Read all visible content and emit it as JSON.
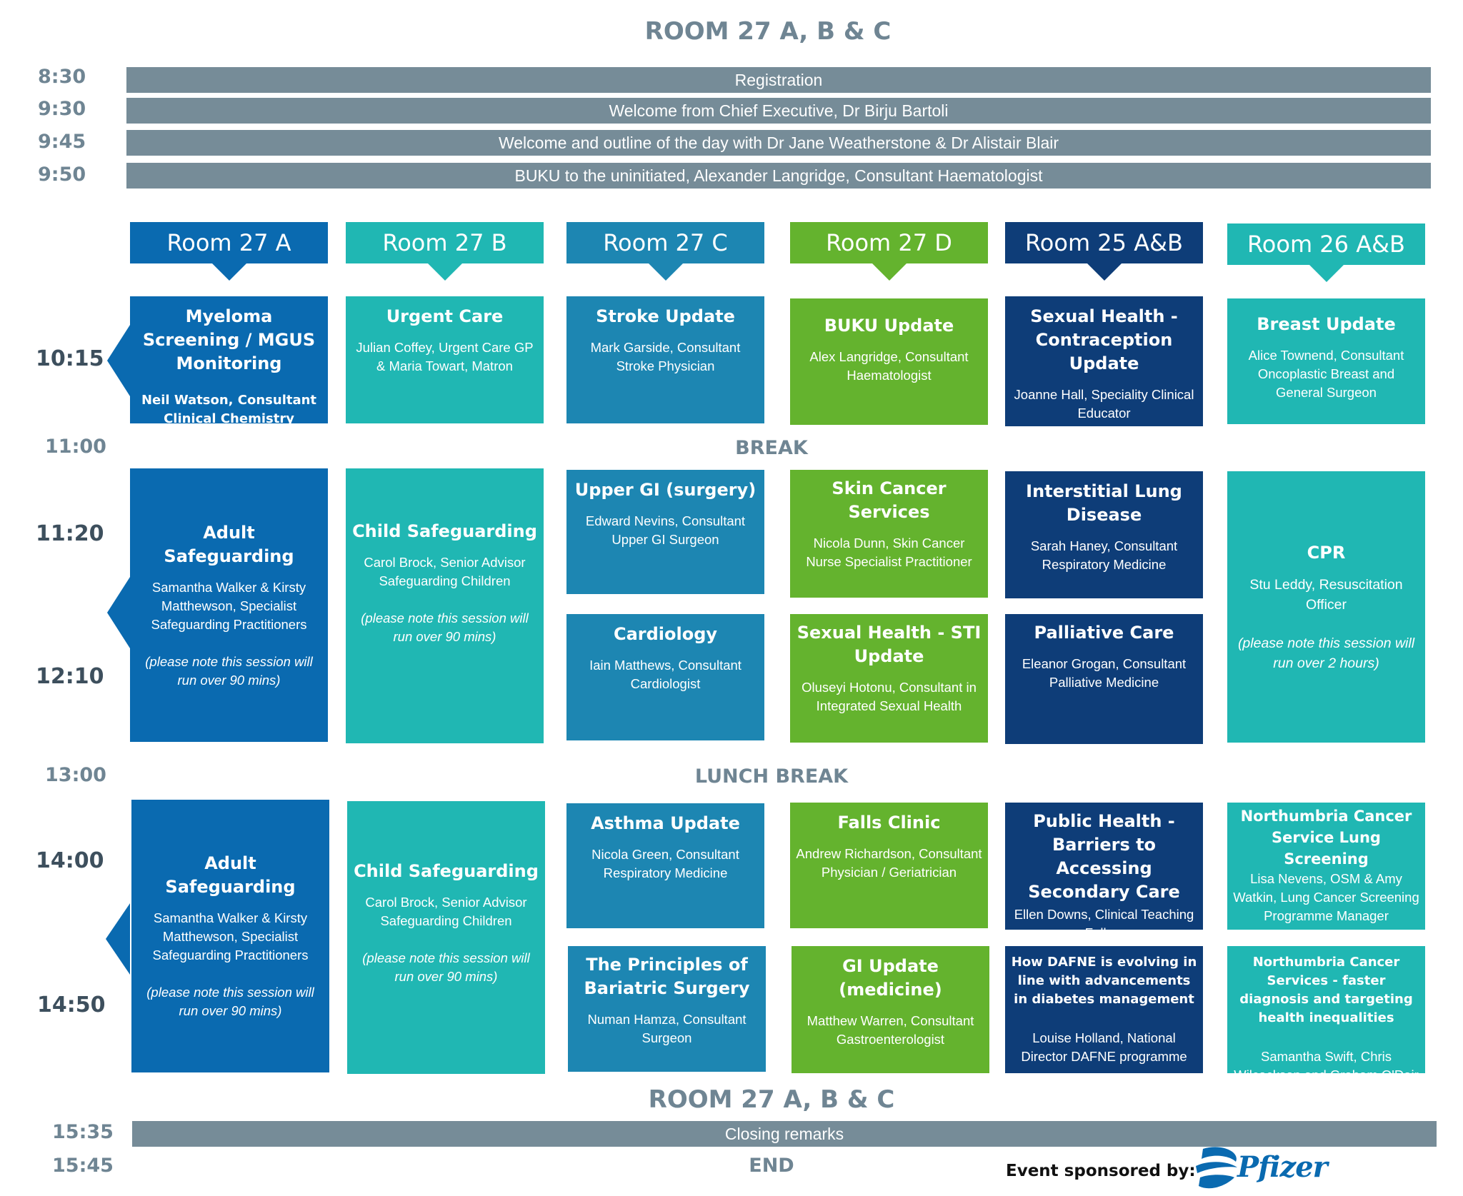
{
  "header_top": "ROOM 27 A, B & C",
  "plenary": [
    {
      "time": "8:30",
      "label": "Registration"
    },
    {
      "time": "9:30",
      "label": "Welcome from Chief Executive, Dr Birju Bartoli"
    },
    {
      "time": "9:45",
      "label": "Welcome and outline of the day with Dr Jane Weatherstone & Dr Alistair Blair"
    },
    {
      "time": "9:50",
      "label": "BUKU to the uninitiated, Alexander Langridge, Consultant Haematologist"
    }
  ],
  "rooms": [
    "Room 27 A",
    "Room 27 B",
    "Room 27 C",
    "Room 27 D",
    "Room 25 A&B",
    "Room 26 A&B"
  ],
  "colors": {
    "room_a": "#0a6ab0",
    "room_b": "#20b7b3",
    "room_c": "#1d86b2",
    "room_d": "#64b32e",
    "room_25": "#0e3d78",
    "room_26": "#20b7b3",
    "bar": "#768c98"
  },
  "times": {
    "t1015": "10:15",
    "t1100": "11:00",
    "t1120": "11:20",
    "t1210": "12:10",
    "t1300": "13:00",
    "t1400": "14:00",
    "t1450": "14:50",
    "t1535": "15:35",
    "t1545": "15:45"
  },
  "breaks": {
    "break": "BREAK",
    "lunch": "LUNCH BREAK",
    "end": "END"
  },
  "s1": {
    "a": {
      "title": "Myeloma Screening / MGUS Monitoring",
      "speaker": "Neil Watson, Consultant Clinical Chemistry"
    },
    "b": {
      "title": "Urgent Care",
      "speaker": "Julian Coffey, Urgent Care GP & Maria Towart, Matron"
    },
    "c": {
      "title": "Stroke Update",
      "speaker": "Mark Garside, Consultant Stroke Physician"
    },
    "d": {
      "title": "BUKU Update",
      "speaker": "Alex Langridge, Consultant Haematologist"
    },
    "e": {
      "title": "Sexual Health - Contraception Update",
      "speaker": "Joanne Hall, Speciality Clinical Educator"
    },
    "f": {
      "title": "Breast Update",
      "speaker": "Alice Townend, Consultant Oncoplastic Breast and General Surgeon"
    }
  },
  "s2": {
    "a": {
      "title": "Adult Safeguarding",
      "speaker": "Samantha Walker & Kirsty Matthewson, Specialist Safeguarding Practitioners",
      "note": "(please note this session will run over 90 mins)"
    },
    "b": {
      "title": "Child Safeguarding",
      "speaker": "Carol Brock, Senior Advisor Safeguarding Children",
      "note": "(please note this session will run over 90 mins)"
    },
    "c1": {
      "title": "Upper GI (surgery)",
      "speaker": "Edward Nevins, Consultant Upper GI Surgeon"
    },
    "c2": {
      "title": "Cardiology",
      "speaker": "Iain Matthews, Consultant Cardiologist"
    },
    "d1": {
      "title": "Skin Cancer Services",
      "speaker": "Nicola Dunn, Skin Cancer Nurse Specialist Practitioner"
    },
    "d2": {
      "title": "Sexual Health - STI Update",
      "speaker": "Oluseyi Hotonu, Consultant in Integrated Sexual Health"
    },
    "e1": {
      "title": "Interstitial Lung Disease",
      "speaker": "Sarah Haney, Consultant Respiratory Medicine"
    },
    "e2": {
      "title": "Palliative Care",
      "speaker": "Eleanor Grogan, Consultant Palliative Medicine"
    },
    "f": {
      "title": "CPR",
      "speaker": "Stu Leddy, Resuscitation Officer",
      "note": "(please note this session will run over 2 hours)"
    }
  },
  "s3": {
    "a": {
      "title": "Adult Safeguarding",
      "speaker": "Samantha Walker & Kirsty Matthewson, Specialist Safeguarding Practitioners",
      "note": "(please note this session will run over 90 mins)"
    },
    "b": {
      "title": "Child Safeguarding",
      "speaker": "Carol Brock, Senior Advisor Safeguarding Children",
      "note": "(please note this session will run over 90 mins)"
    },
    "c1": {
      "title": "Asthma Update",
      "speaker": "Nicola Green, Consultant Respiratory Medicine"
    },
    "c2": {
      "title": "The Principles of Bariatric Surgery",
      "speaker": "Numan Hamza, Consultant Surgeon"
    },
    "d1": {
      "title": "Falls Clinic",
      "speaker": "Andrew Richardson, Consultant Physician / Geriatrician"
    },
    "d2": {
      "title": "GI Update (medicine)",
      "speaker": "Matthew Warren, Consultant Gastroenterologist"
    },
    "e1": {
      "title": "Public Health - Barriers to Accessing Secondary Care",
      "speaker": "Ellen Downs, Clinical Teaching Fellow"
    },
    "e2": {
      "title": "How DAFNE is evolving in line with advancements in diabetes management",
      "speaker": "Louise Holland, National Director DAFNE programme"
    },
    "f1": {
      "title": "Northumbria Cancer Service Lung Screening",
      "speaker": "Lisa Nevens, OSM & Amy Watkin, Lung Cancer Screening Programme Manager"
    },
    "f2": {
      "title": "Northumbria Cancer Services - faster diagnosis and targeting health inequalities",
      "speaker": "Samantha Swift, Chris Wilcockson and Graham O'Dair"
    }
  },
  "header_bottom": "ROOM 27 A, B & C",
  "closing": "Closing remarks",
  "sponsor": {
    "label": "Event sponsored by:",
    "logo_text": "Pfizer"
  }
}
